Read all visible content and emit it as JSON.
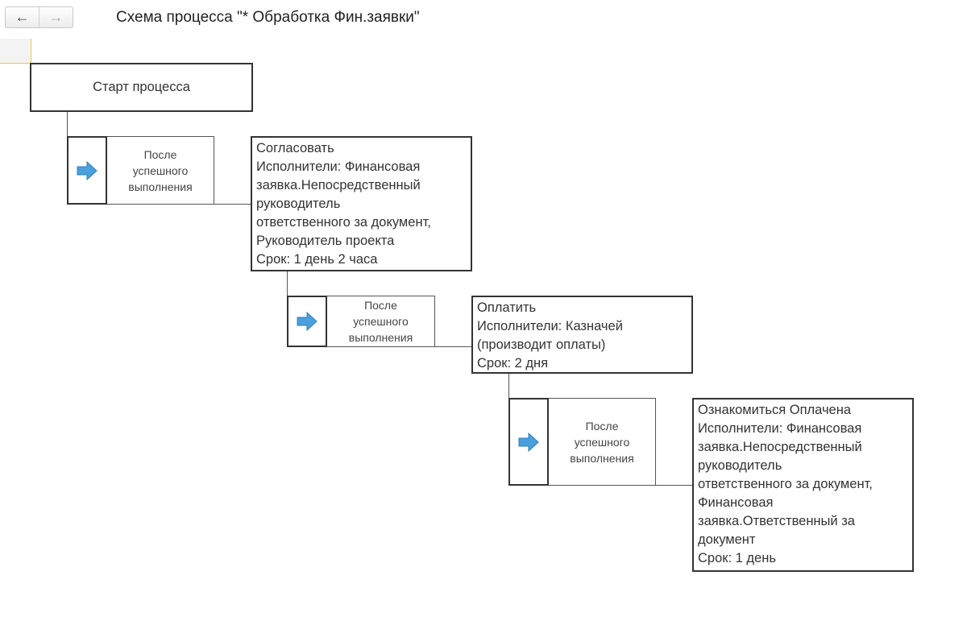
{
  "toolbar": {
    "back": "←",
    "forward": "→"
  },
  "title": "Схема процесса \"* Обработка Фин.заявки\"",
  "start": "Старт процесса",
  "conditions": [
    "После\nуспешного\nвыполнения",
    "После\nуспешного\nвыполнения",
    "После\nуспешного\nвыполнения"
  ],
  "tasks": [
    "Согласовать\nИсполнители: Финансовая\nзаявка.Непосредственный\nруководитель\nответственного за документ,\nРуководитель проекта\nСрок: 1 день 2 часа",
    "Оплатить\nИсполнители: Казначей\n(производит оплаты)\nСрок: 2 дня",
    "Ознакомиться Оплачена\nИсполнители: Финансовая\nзаявка.Непосредственный\nруководитель\nответственного за документ,\nФинансовая\nзаявка.Ответственный за\nдокумент\nСрок: 1 день"
  ],
  "colors": {
    "arrow": "#4a9fdc"
  }
}
